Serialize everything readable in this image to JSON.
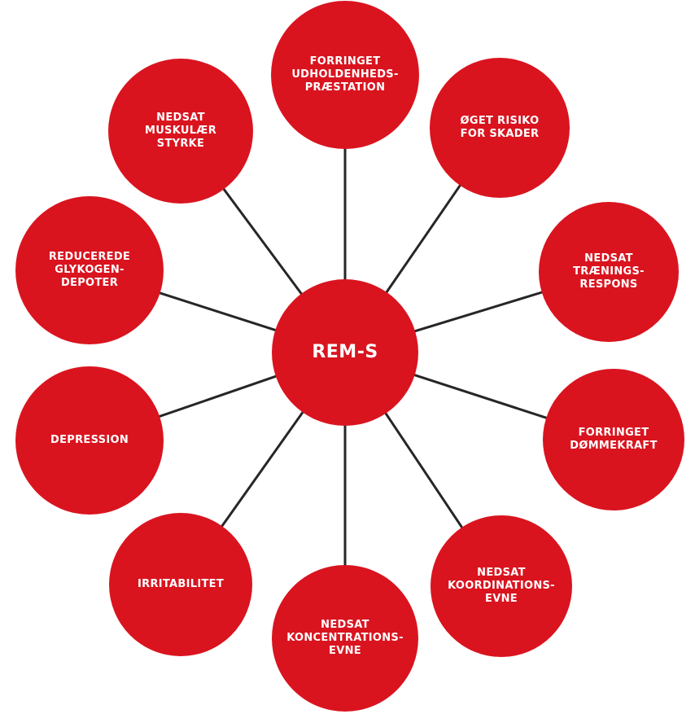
{
  "colors": {
    "node_fill": "#d9141f",
    "connector": "#262626",
    "label": "#ffffff"
  },
  "hub": {
    "label": "REM-S"
  },
  "nodes": [
    {
      "id": "forringet-udholdenhedspraestation",
      "label": "FORRINGET\nUDHOLDENHEDS-\nPRÆSTATION"
    },
    {
      "id": "oget-risiko-for-skader",
      "label": "ØGET RISIKO\nFOR SKADER"
    },
    {
      "id": "nedsat-traeningsrespons",
      "label": "NEDSAT\nTRÆNINGS-\nRESPONS"
    },
    {
      "id": "forringet-dommekraft",
      "label": "FORRINGET\nDØMMEKRAFT"
    },
    {
      "id": "nedsat-koordinationsevne",
      "label": "NEDSAT\nKOORDINATIONS-\nEVNE"
    },
    {
      "id": "nedsat-koncentrationsevne",
      "label": "NEDSAT\nKONCENTRATIONS-\nEVNE"
    },
    {
      "id": "irritabilitet",
      "label": "IRRITABILITET"
    },
    {
      "id": "depression",
      "label": "DEPRESSION"
    },
    {
      "id": "reducerede-glykogendepoter",
      "label": "REDUCEREDE\nGLYKOGEN-\nDEPOTER"
    },
    {
      "id": "nedsat-muskulaer-styrke",
      "label": "NEDSAT\nMUSKULÆR\nSTYRKE"
    }
  ]
}
